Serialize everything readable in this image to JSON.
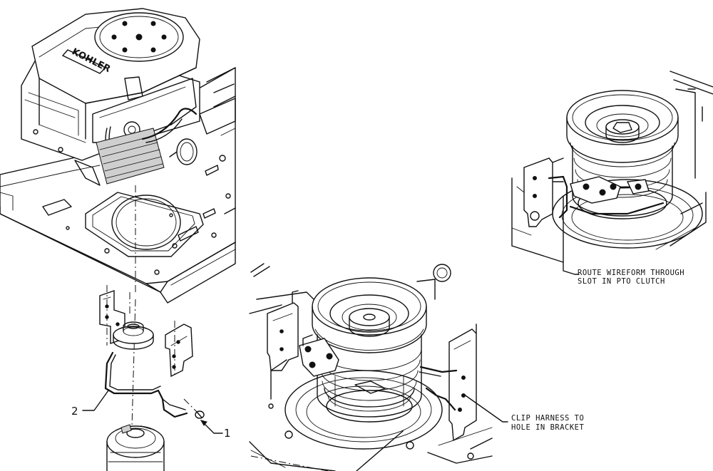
{
  "engine": {
    "brand_label": "KOHLER"
  },
  "callouts": [
    {
      "id": "1",
      "label": "1"
    },
    {
      "id": "2",
      "label": "2"
    }
  ],
  "notes": {
    "wireform": [
      "ROUTE WIREFORM THROUGH",
      "SLOT IN PTO CLUTCH"
    ],
    "harness": [
      "CLIP HARNESS TO",
      "HOLE IN BRACKET"
    ]
  },
  "colors": {
    "line": "#111111",
    "background": "#ffffff"
  }
}
